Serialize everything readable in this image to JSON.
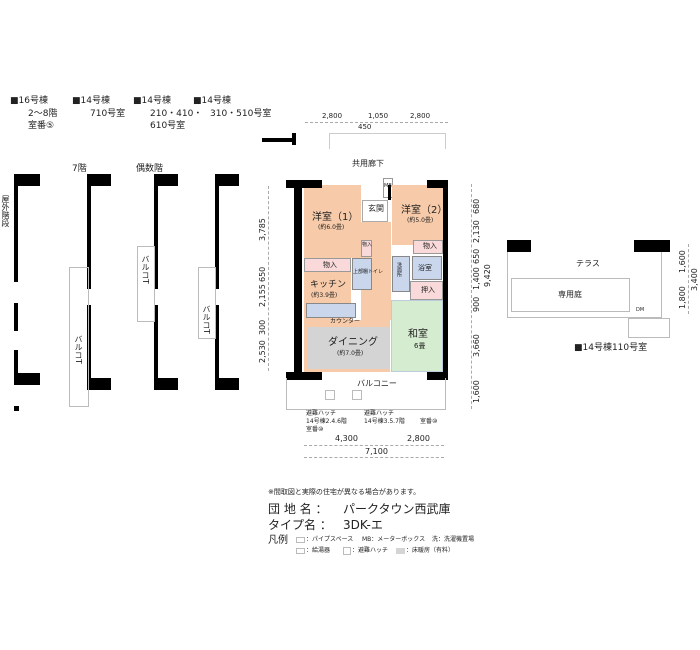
{
  "headers": [
    {
      "building": "■16号棟",
      "rooms": "2～8階",
      "note": "室番⑤"
    },
    {
      "building": "■14号棟",
      "rooms": "710号室"
    },
    {
      "building": "■14号棟",
      "rooms": "210・410・",
      "note": "610号室"
    },
    {
      "building": "■14号棟",
      "rooms": "310・510号室"
    }
  ],
  "side_labels": {
    "floor7": "7階",
    "even_floors": "偶数階",
    "outdoor_stairs": "屋外階段",
    "balcony_v": "バルコT"
  },
  "main_plan": {
    "corridor": "共用廊下",
    "top_dims": [
      "2,800",
      "1,050",
      "2,800"
    ],
    "top_dim_sub": "450",
    "left_dims": [
      "3,785",
      "650",
      "2,155",
      "300",
      "2,530"
    ],
    "right_dims": [
      "680",
      "2,130",
      "650",
      "1,400",
      "900",
      "3,660",
      "1,600"
    ],
    "right_total": "9,420",
    "bottom_dims": [
      "4,300",
      "2,800"
    ],
    "bottom_total": "7,100",
    "rooms": {
      "western1": "洋室（1）",
      "western1_size": "(約6.0畳)",
      "western2": "洋室（2）",
      "western2_size": "(約5.0畳)",
      "entrance": "玄関",
      "mb": "MB",
      "storage": "物入",
      "closet": "押入",
      "toilet": "上部棚トイレ",
      "washroom": "洗面所",
      "bath": "浴室",
      "kitchen": "キッチン",
      "kitchen_size": "(約3.9畳)",
      "counter": "カウンター",
      "dining": "ダイニング",
      "dining_size": "(約7.0畳)",
      "japanese": "和室",
      "japanese_size": "6畳",
      "balcony": "バルコニー"
    },
    "hatch1": {
      "label": "避難ハッチ",
      "floors": "14号棟2.4.6階",
      "room": "室番⑩"
    },
    "hatch2": {
      "label": "避難ハッチ",
      "floors": "14号棟3.5.7階",
      "room": "室番⑩"
    }
  },
  "right_plan": {
    "terrace": "テラス",
    "garden": "専用庭",
    "dm": "DM",
    "dims": [
      "1,600",
      "1,800"
    ],
    "total": "3,400",
    "caption": "■14号棟110号室"
  },
  "info": {
    "disclaimer": "※間取図と実際の住宅が異なる場合があります。",
    "estate_label": "団 地 名 ：",
    "estate": "パークタウン西武庫",
    "type_label": "タイプ名 ：",
    "type": "3DK-エ",
    "legend_label": "凡例",
    "legend": [
      "：パイプスペース",
      "MB：メーターボックス",
      "洗：洗濯機置場",
      "：給湯器",
      "：避難ハッチ",
      "：床暖房（有料）"
    ]
  },
  "colors": {
    "western": "#f7cba9",
    "storage": "#f9d9d9",
    "wet": "#c9d6ec",
    "japanese": "#d6ecd0",
    "dining": "#d4d4d4"
  }
}
